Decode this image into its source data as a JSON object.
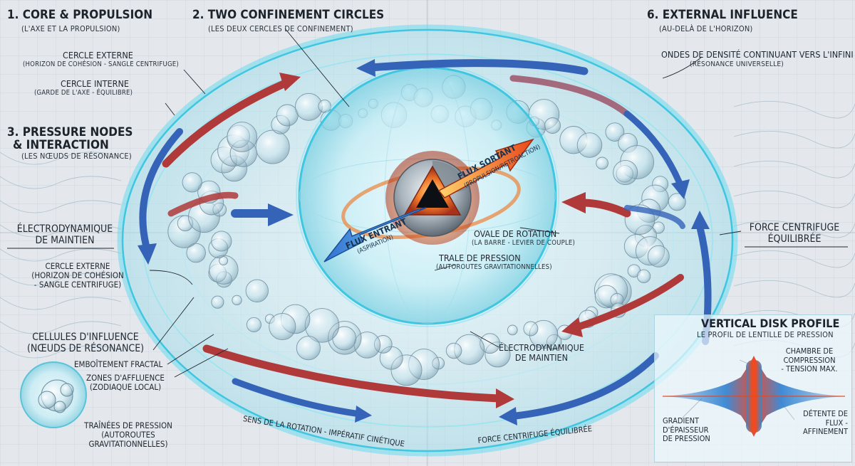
{
  "sections": {
    "core": {
      "title": "1. CORE & PROPULSION",
      "subtitle": "(L'AXE ET LA PROPULSION)"
    },
    "circles": {
      "title": "2. TWO CONFINEMENT CIRCLES",
      "subtitle": "(LES DEUX CERCLES DE CONFINEMENT)"
    },
    "nodes": {
      "title_line1": "3. PRESSURE NODES",
      "title_line2": "& INTERACTION",
      "subtitle": "(LES NŒUDS DE RÉSONANCE)"
    },
    "external": {
      "title": "6. EXTERNAL INFLUENCE",
      "subtitle": "(AU-DELÀ DE L'HORIZON)"
    }
  },
  "labels": {
    "cercle_externe_top": {
      "title": "CERCLE EXTERNE",
      "subtitle": "(HORIZON DE COHÉSION - SANGLE CENTRIFUGE)"
    },
    "cercle_interne": {
      "title": "CERCLE INTERNE",
      "subtitle": "(GARDE DE L'AXE - ÉQUILIBRE)"
    },
    "electro_left": {
      "line1": "ÉLECTRODYNAMIQUE",
      "line2": "DE MAINTIEN"
    },
    "cercle_externe_left": {
      "line1": "CERCLE EXTERNE",
      "line2": "(HORIZON DE COHÉSION",
      "line3": "- SANGLE CENTRIFUGE)"
    },
    "cellules": {
      "line1": "CELLULES D'INFLUENCE",
      "line2": "(NŒUDS DE RÉSONANCE)"
    },
    "emboitement": "EMBOÎTEMENT FRACTAL",
    "zones": {
      "line1": "ZONES D'AFFLUENCE",
      "line2": "(ZODIAQUE LOCAL)"
    },
    "trainees": {
      "line1": "TRAÎNÉES DE PRESSION",
      "line2": "(AUTOROUTES",
      "line3": "GRAVITATIONNELLES)"
    },
    "ondes": {
      "title": "ONDES DE DENSITÉ CONTINUANT VERS L'INFINI",
      "subtitle": "(RÉSONANCE UNIVERSELLE)"
    },
    "force_right": {
      "line1": "FORCE CENTRIFUGE",
      "line2": "ÉQUILIBRÉE"
    },
    "ovale": {
      "title": "OVALE DE ROTATION",
      "subtitle": "(LA BARRE - LEVIER DE COUPLE)"
    },
    "trale": {
      "title": "TRALE DE PRESSION",
      "subtitle": "(AUTOROUTES GRAVITATIONNELLES)"
    },
    "electro_bottom": {
      "line1": "ÉLECTRODYNAMIQUE",
      "line2": "DE MAINTIEN"
    },
    "sens_rotation": "SENS DE LA ROTATION - IMPÉRATIF CINÉTIQUE",
    "force_bottom": "FORCE CENTRIFUGE ÉQUILIBRÉE"
  },
  "arrows": {
    "flux_entrant": {
      "title": "FLUX ENTRANT",
      "subtitle": "(ASPIRATION)"
    },
    "flux_sortant": {
      "title": "FLUX SORTANT",
      "subtitle": "(PROPULSION/RETROACTION)"
    }
  },
  "profile": {
    "title": "VERTICAL DISK PROFILE",
    "subtitle": "LE PROFIL DE LENTILLE DE PRESSION",
    "chambre": {
      "line1": "CHAMBRE DE",
      "line2": "COMPRESSION",
      "line3": "- TENSION MAX."
    },
    "gradient": {
      "line1": "GRADIENT",
      "line2": "D'ÉPAISSEUR",
      "line3": "DE PRESSION"
    },
    "detente": {
      "line1": "DÉTENTE DE",
      "line2": "FLUX -",
      "line3": "AFFINEMENT"
    }
  },
  "colors": {
    "background": "#e4e8ec",
    "grid": "#c9d3db",
    "ring_cyan": "#5fd6ec",
    "arrow_red": "#b03a3a",
    "arrow_blue": "#3563b8",
    "core_orange": "#f07a2a"
  }
}
